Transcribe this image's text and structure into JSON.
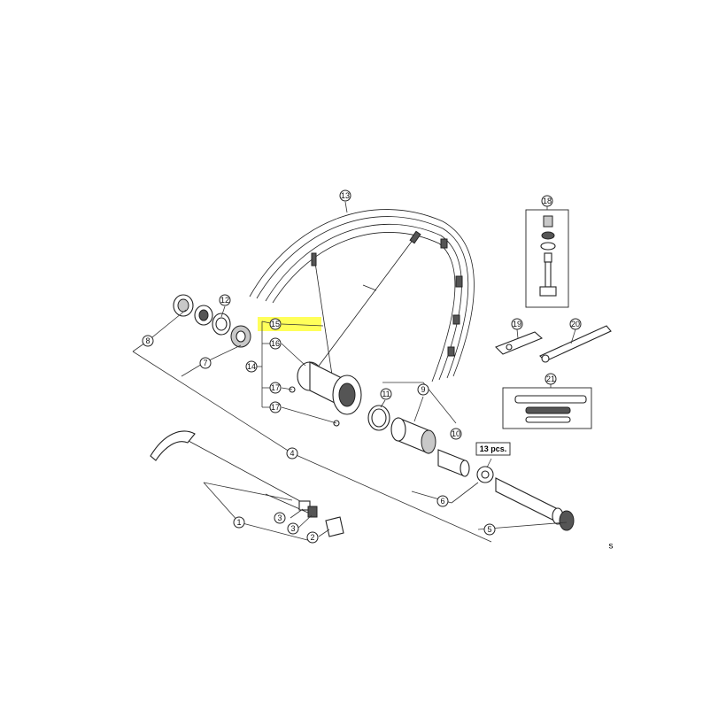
{
  "callouts": {
    "c1": "1",
    "c2": "2",
    "c3a": "3",
    "c3b": "3",
    "c4": "4",
    "c5": "5",
    "c6": "6",
    "c7": "7",
    "c8": "8",
    "c9": "9",
    "c10": "10",
    "c11": "11",
    "c12": "12",
    "c13": "13",
    "c14": "14",
    "c15": "15",
    "c16": "16",
    "c17a": "17",
    "c17b": "17",
    "c18": "18",
    "c19": "19",
    "c20": "20",
    "c21": "21"
  },
  "spoke_note": "13 pcs.",
  "corner_mark": "s",
  "highlight_color": "#ffff5a"
}
